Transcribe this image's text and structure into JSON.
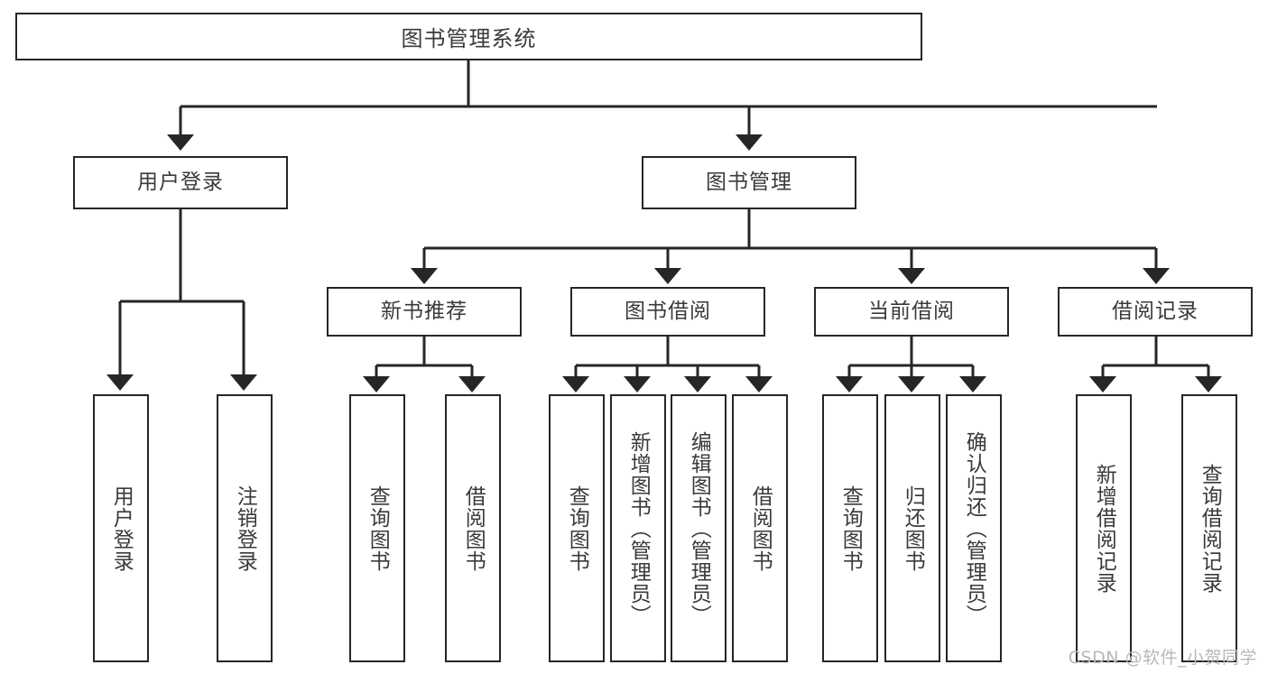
{
  "diagram": {
    "title": "图书管理系统",
    "type": "tree-hierarchy",
    "background_color": "#ffffff",
    "box_border_color": "#262626",
    "text_color": "#3a3a3a",
    "connector_color": "#262626"
  },
  "nodes": {
    "root": {
      "label": "图书管理系统",
      "level": 0
    },
    "level1": [
      {
        "id": "user-login",
        "label": "用户登录"
      },
      {
        "id": "book-manage",
        "label": "图书管理"
      }
    ],
    "level2": [
      {
        "id": "new-book-recommend",
        "label": "新书推荐",
        "parent": "book-manage"
      },
      {
        "id": "book-borrow",
        "label": "图书借阅",
        "parent": "book-manage"
      },
      {
        "id": "current-borrow",
        "label": "当前借阅",
        "parent": "book-manage"
      },
      {
        "id": "borrow-record",
        "label": "借阅记录",
        "parent": "book-manage"
      }
    ],
    "leaves": {
      "user-login": [
        {
          "id": "leaf-user-login",
          "label": "用户登录"
        },
        {
          "id": "leaf-logout",
          "label": "注销登录"
        }
      ],
      "new-book-recommend": [
        {
          "id": "leaf-query-book-1",
          "label": "查询图书"
        },
        {
          "id": "leaf-borrow-book-1",
          "label": "借阅图书"
        }
      ],
      "book-borrow": [
        {
          "id": "leaf-query-book-2",
          "label": "查询图书"
        },
        {
          "id": "leaf-add-book",
          "label": "新增图书（管理员）"
        },
        {
          "id": "leaf-edit-book",
          "label": "编辑图书（管理员）"
        },
        {
          "id": "leaf-borrow-book-2",
          "label": "借阅图书"
        }
      ],
      "current-borrow": [
        {
          "id": "leaf-query-book-3",
          "label": "查询图书"
        },
        {
          "id": "leaf-return-book",
          "label": "归还图书"
        },
        {
          "id": "leaf-confirm-return",
          "label": "确认归还（管理员）"
        }
      ],
      "borrow-record": [
        {
          "id": "leaf-add-record",
          "label": "新增借阅记录"
        },
        {
          "id": "leaf-query-record",
          "label": "查询借阅记录"
        }
      ]
    }
  },
  "watermark": {
    "text": "CSDN @软件_小贺同学"
  }
}
